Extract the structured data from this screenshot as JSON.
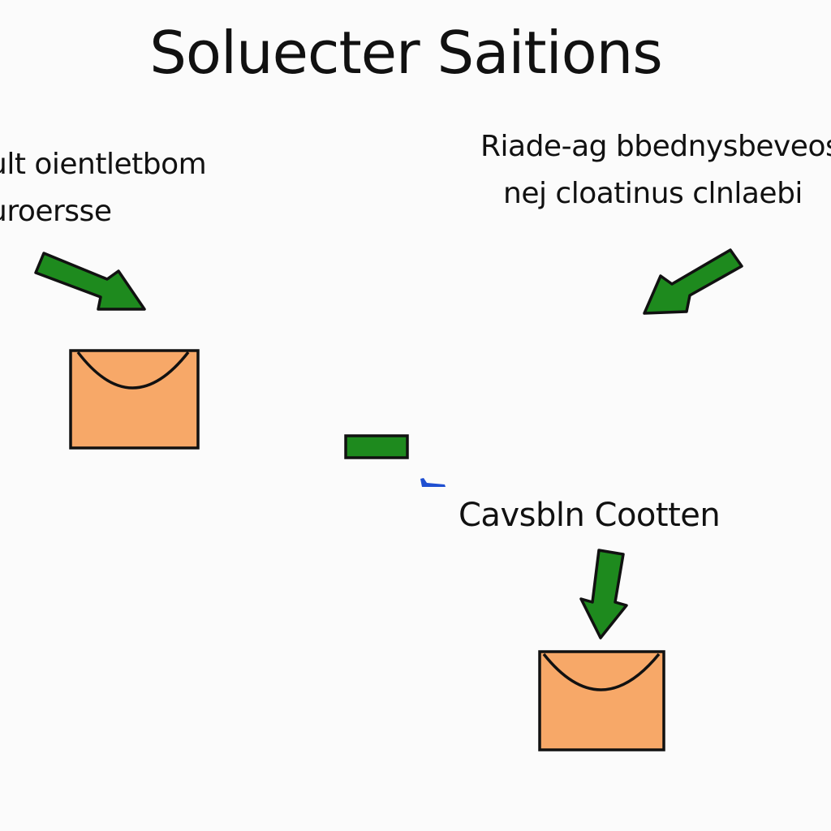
{
  "diagram": {
    "title": "Soluecter Saitions",
    "notes": {
      "left": [
        "ult oientletbom",
        "uroersse"
      ],
      "right": [
        "Riade-ag bbednysbeveos",
        "nej cloatinus clnlaebi"
      ]
    },
    "caption": "Cavsbln Cootten",
    "colors": {
      "arrow_fill": "#1e8a1e",
      "envelope_fill": "#f7a868",
      "outline": "#111111",
      "accent": "#1f4fd1"
    },
    "icons": [
      "arrow-icon",
      "envelope-icon",
      "dash-connector",
      "blue-tick"
    ]
  }
}
